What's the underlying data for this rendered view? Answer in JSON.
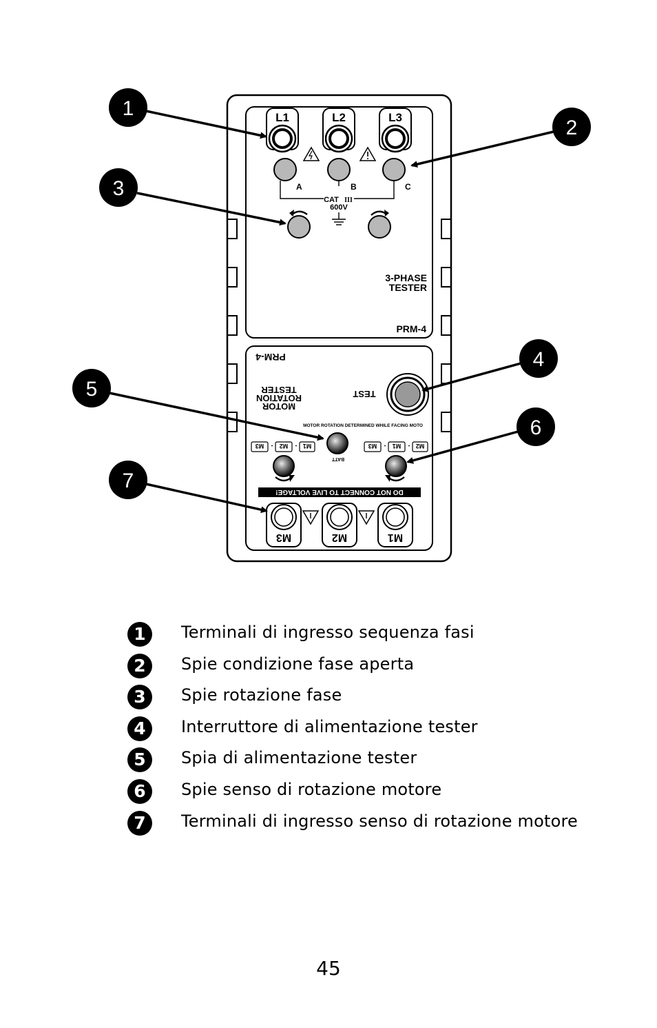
{
  "device": {
    "top_panel": {
      "terminals": [
        "L1",
        "L2",
        "L3"
      ],
      "leds": [
        "A",
        "B",
        "C"
      ],
      "cat_label": "CAT",
      "cat_roman": "III",
      "voltage": "600V",
      "title_line1": "3-PHASE",
      "title_line2": "TESTER",
      "model": "PRM-4"
    },
    "bottom_panel": {
      "model": "PRM-4",
      "title_line1": "MOTOR",
      "title_line2": "ROTATION",
      "title_line3": "TESTER",
      "test_label": "TEST",
      "rotation_note": "MOTOR ROTATION DETERMINED WHILE FACING MOTO",
      "sequence_left_1": "M1",
      "sequence_left_2": "M2",
      "sequence_left_3": "M3",
      "sequence_right_1": "M2",
      "sequence_right_2": "M1",
      "sequence_right_3": "M3",
      "batt_label": "BATT",
      "warning": "DO NOT CONNECT TO LIVE VOLTAGE!",
      "terminals": [
        "M3",
        "M2",
        "M1"
      ]
    }
  },
  "callouts": [
    "1",
    "2",
    "3",
    "4",
    "5",
    "6",
    "7"
  ],
  "legend": [
    {
      "number": "1",
      "text": "Terminali di ingresso sequenza fasi"
    },
    {
      "number": "2",
      "text": "Spie condizione fase aperta"
    },
    {
      "number": "3",
      "text": "Spie rotazione fase"
    },
    {
      "number": "4",
      "text": "Interruttore di alimentazione tester"
    },
    {
      "number": "5",
      "text": "Spia di alimentazione tester"
    },
    {
      "number": "6",
      "text": "Spie senso di rotazione motore"
    },
    {
      "number": "7",
      "text": "Terminali di ingresso senso di rotazione motore"
    }
  ],
  "page_number": "45"
}
